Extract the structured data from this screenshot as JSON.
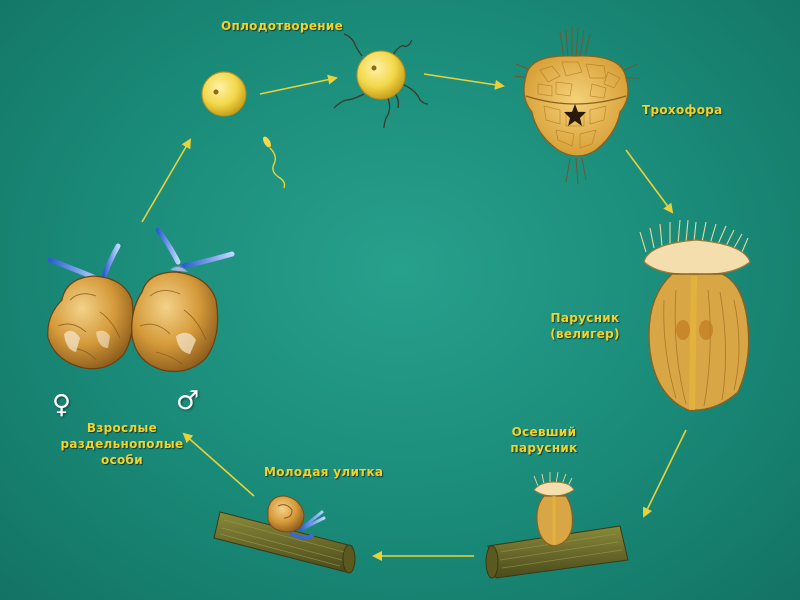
{
  "labels": {
    "fertilization": "Оплодотворение",
    "trochophore": "Трохофора",
    "veliger_line1": "Парусник",
    "veliger_line2": "(велигер)",
    "settled_line1": "Осевший",
    "settled_line2": "парусник",
    "young_snail": "Молодая улитка",
    "adults_line1": "Взрослые",
    "adults_line2": "раздельнополые",
    "adults_line3": "особи"
  },
  "symbols": {
    "female": "♀",
    "male": "♂"
  },
  "colors": {
    "background": "#1a8a78",
    "label": "#f4d22a",
    "arrow": "#e8d23a",
    "egg": "#f3d84a",
    "body": "#d9a646",
    "tentacle": "#4a7fe0",
    "log": "#6b6a2c"
  }
}
